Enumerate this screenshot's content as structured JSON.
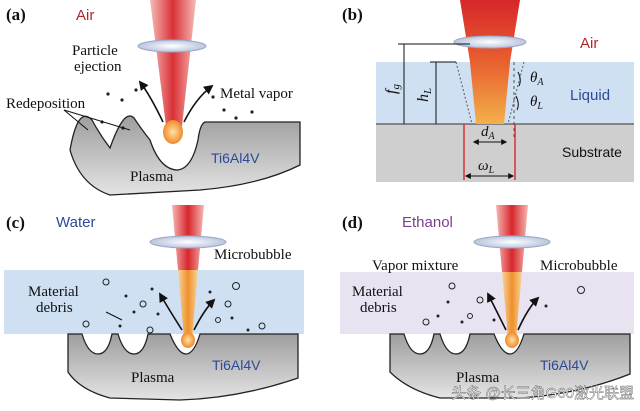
{
  "panels": {
    "a": {
      "letter": "(a)",
      "medium": "Air",
      "particle_ejection_1": "Particle",
      "particle_ejection_2": "ejection",
      "metal_vapor": "Metal vapor",
      "redeposition": "Redeposition",
      "plasma": "Plasma",
      "material": "Ti6Al4V"
    },
    "b": {
      "letter": "(b)",
      "air": "Air",
      "liquid": "Liquid",
      "substrate": "Substrate",
      "f_g": "f",
      "f_g_sub": "g",
      "h_L": "h",
      "h_L_sub": "L",
      "theta_A": "θ",
      "theta_A_sub": "A",
      "theta_L": "θ",
      "theta_L_sub": "L",
      "d_A": "d",
      "d_A_sub": "A",
      "omega_L": "ω",
      "omega_L_sub": "L"
    },
    "c": {
      "letter": "(c)",
      "medium": "Water",
      "microbubble": "Microbubble",
      "material_debris_1": "Material",
      "material_debris_2": "debris",
      "plasma": "Plasma",
      "material": "Ti6Al4V"
    },
    "d": {
      "letter": "(d)",
      "medium": "Ethanol",
      "vapor_mixture": "Vapor mixture",
      "microbubble": "Microbubble",
      "material_debris_1": "Material",
      "material_debris_2": "debris",
      "plasma": "Plasma",
      "material": "Ti6Al4V"
    }
  },
  "watermark": "头条 @长三角G60激光联盟",
  "colors": {
    "beam_red": "#d7262b",
    "plasma_orange": "#f2a23a",
    "liquid_blue": "#cfe0f3",
    "ethanol_tint": "#e9e3f1",
    "metal_gray": "#b9b9b9",
    "label_blue": "#2c4a9a",
    "label_red": "#b0262a"
  }
}
